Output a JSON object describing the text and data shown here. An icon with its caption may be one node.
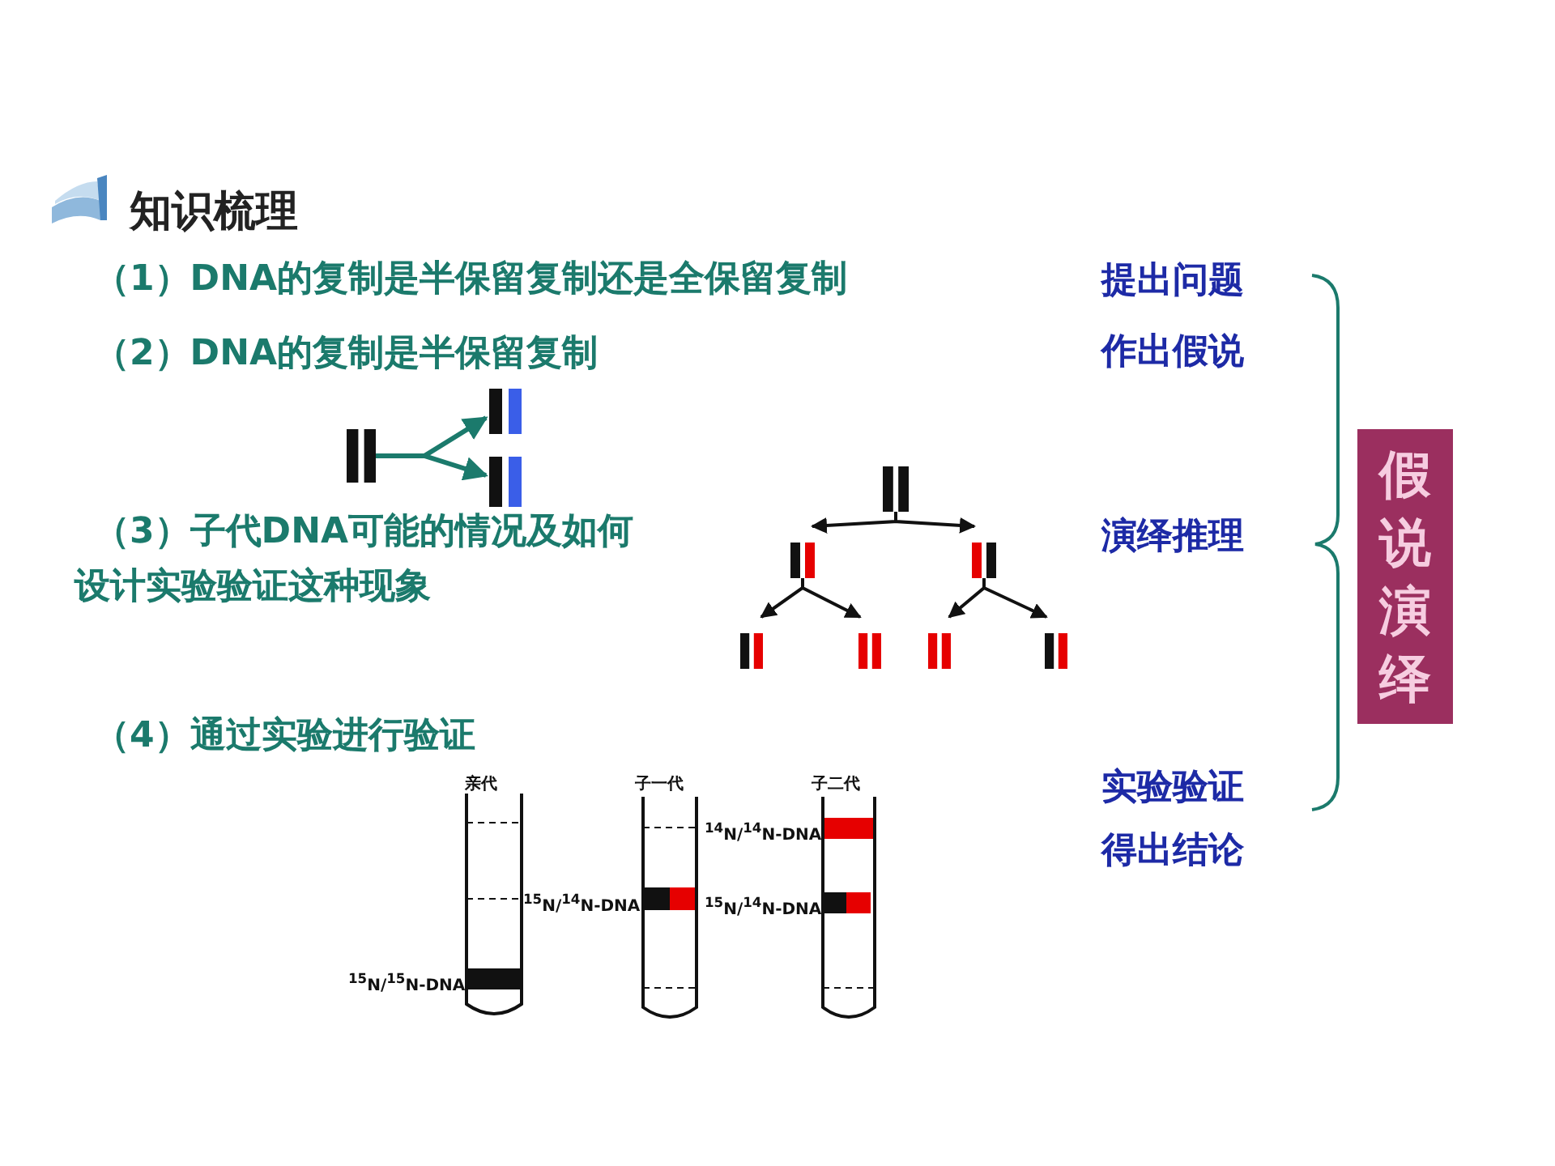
{
  "diagram": {
    "title": "知识梳理",
    "nodes": [
      {
        "text": [
          "假说演绎"
        ]
      },
      {
        "text": [],
        "shape": "bar"
      },
      {
        "text": [],
        "shape": "bar"
      },
      {
        "text": [],
        "shape": "bar"
      },
      {
        "text": [],
        "shape": "bar"
      },
      {
        "text": [],
        "shape": "bar"
      },
      {
        "text": [],
        "shape": "bar"
      },
      {
        "text": [],
        "shape": "bar"
      },
      {
        "text": [],
        "shape": "bar"
      },
      {
        "text": [],
        "shape": "bar"
      },
      {
        "text": [],
        "shape": "bar"
      }
    ],
    "edges": [
      {
        "from": 1,
        "to": 2,
        "arrow": "to",
        "color": "#1b7a6c"
      },
      {
        "from": 1,
        "to": 3,
        "arrow": "to",
        "color": "#1b7a6c"
      },
      {
        "from": 4,
        "to": 5,
        "arrow": "to"
      },
      {
        "from": 4,
        "to": 6,
        "arrow": "to"
      },
      {
        "from": 5,
        "to": 7,
        "arrow": "to"
      },
      {
        "from": 5,
        "to": 8,
        "arrow": "to"
      },
      {
        "from": 6,
        "to": 9,
        "arrow": "to"
      },
      {
        "from": 6,
        "to": 10,
        "arrow": "to"
      }
    ],
    "labels": [
      "（1）DNA的复制是半保留复制还是全保留复制",
      "提出问题",
      "（2）DNA的复制是半保留复制",
      "作出假说",
      "（3）子代DNA可能的情况及如何设计实验验证这种现象",
      "演绎推理",
      "（4）通过实验进行验证",
      "实验验证",
      "亲代",
      "子一代",
      "子二代",
      "$^{14}$N/$^{14}$N-DNA",
      "得出结论",
      "$^{15}$N/$^{14}$N-DNA",
      "$^{15}$N/$^{14}$N-DNA",
      "$^{15}$N/$^{15}$N-DNA"
    ]
  }
}
